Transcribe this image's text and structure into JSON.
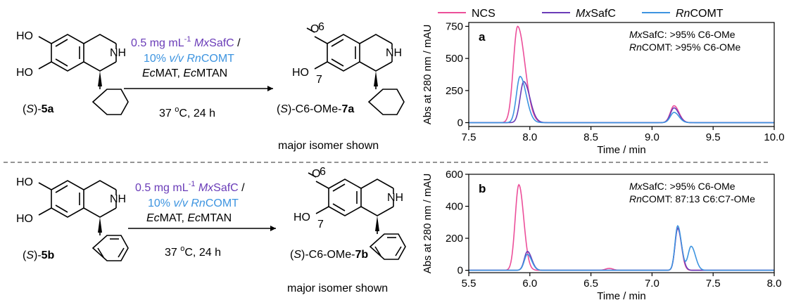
{
  "colors": {
    "ncs": "#ec4f9a",
    "mx": "#6a3cb8",
    "rn": "#3d94e0",
    "axis": "#000000",
    "dash": "#555555"
  },
  "legend": {
    "ncs": "NCS",
    "mx_i": "Mx",
    "mx": "SafC",
    "rn_i": "Rn",
    "rn": "COMT"
  },
  "common": {
    "cond_mg": "0.5 mg mL",
    "cond_mg_sup": "-1",
    "cond_mx_i": " Mx",
    "cond_mx": "SafC",
    "cond_slash": " /",
    "cond_pct": "10% ",
    "cond_vv": "v/v",
    "cond_rn_i": " Rn",
    "cond_rn": "COMT",
    "cond_ec1_i": "Ec",
    "cond_ec1": "MAT, ",
    "cond_ec2_i": "Ec",
    "cond_ec2": "MTAN",
    "cond_temp_a": "37 ",
    "cond_temp_sup": "o",
    "cond_temp_b": "C, 24 h",
    "major": "major isomer shown",
    "ho": "HO",
    "nh": "NH",
    "o": "O",
    "pos6": "6",
    "pos7": "7",
    "lbl_s": "S",
    "prod_prefix": ")-C6-OMe-",
    "ylabel": "Abs at 280 nm / mAU",
    "xlabel": "Time / min",
    "note_mx_i": "Mx",
    "note_mx": "SafC: >95% C6-OMe",
    "note_rn_i": "Rn"
  },
  "row_a": {
    "sm": "5a",
    "prod": "7a",
    "note_rn": "COMT: >95% C6-OMe",
    "panel": "a"
  },
  "row_b": {
    "sm": "5b",
    "prod": "7b",
    "note_rn": "COMT: 87:13 C6:C7-OMe",
    "panel": "b"
  },
  "chart_data": [
    {
      "type": "line",
      "panel": "a",
      "xlabel": "Time / min",
      "ylabel": "Abs at 280 nm / mAU",
      "xlim": [
        7.5,
        10.0
      ],
      "ylim": [
        -30,
        780
      ],
      "xticks": [
        "7.5",
        "8.0",
        "8.5",
        "9.0",
        "9.5",
        "10.0"
      ],
      "yticks": [
        "0",
        "250",
        "500",
        "750"
      ],
      "series": [
        {
          "name": "NCS",
          "peaks": [
            [
              7.9,
              750,
              0.035,
              0.06
            ],
            [
              9.18,
              132,
              0.03,
              0.04
            ]
          ]
        },
        {
          "name": "MxSafC",
          "peaks": [
            [
              7.95,
              320,
              0.03,
              0.05
            ],
            [
              9.18,
              115,
              0.03,
              0.04
            ]
          ]
        },
        {
          "name": "RnCOMT",
          "peaks": [
            [
              7.92,
              360,
              0.03,
              0.05
            ],
            [
              9.18,
              80,
              0.03,
              0.04
            ]
          ]
        }
      ],
      "annotations": [
        "MxSafC: >95% C6-OMe",
        "RnCOMT: >95% C6-OMe"
      ]
    },
    {
      "type": "line",
      "panel": "b",
      "xlabel": "Time / min",
      "ylabel": "Abs at 280 nm / mAU",
      "xlim": [
        5.5,
        8.0
      ],
      "ylim": [
        -15,
        600
      ],
      "xticks": [
        "5.5",
        "6.0",
        "6.5",
        "7.0",
        "7.5",
        "8.0"
      ],
      "yticks": [
        "0",
        "200",
        "400",
        "600"
      ],
      "series": [
        {
          "name": "NCS",
          "peaks": [
            [
              5.91,
              535,
              0.03,
              0.04
            ],
            [
              6.65,
              12,
              0.03,
              0.03
            ],
            [
              7.21,
              265,
              0.022,
              0.03
            ]
          ]
        },
        {
          "name": "MxSafC",
          "peaks": [
            [
              5.98,
              118,
              0.025,
              0.035
            ],
            [
              7.21,
              262,
              0.022,
              0.032
            ]
          ]
        },
        {
          "name": "RnCOMT",
          "peaks": [
            [
              5.98,
              100,
              0.025,
              0.035
            ],
            [
              7.21,
              278,
              0.022,
              0.03
            ],
            [
              7.32,
              150,
              0.025,
              0.035
            ]
          ]
        }
      ],
      "annotations": [
        "MxSafC: >95% C6-OMe",
        "RnCOMT: 87:13 C6:C7-OMe"
      ]
    }
  ]
}
